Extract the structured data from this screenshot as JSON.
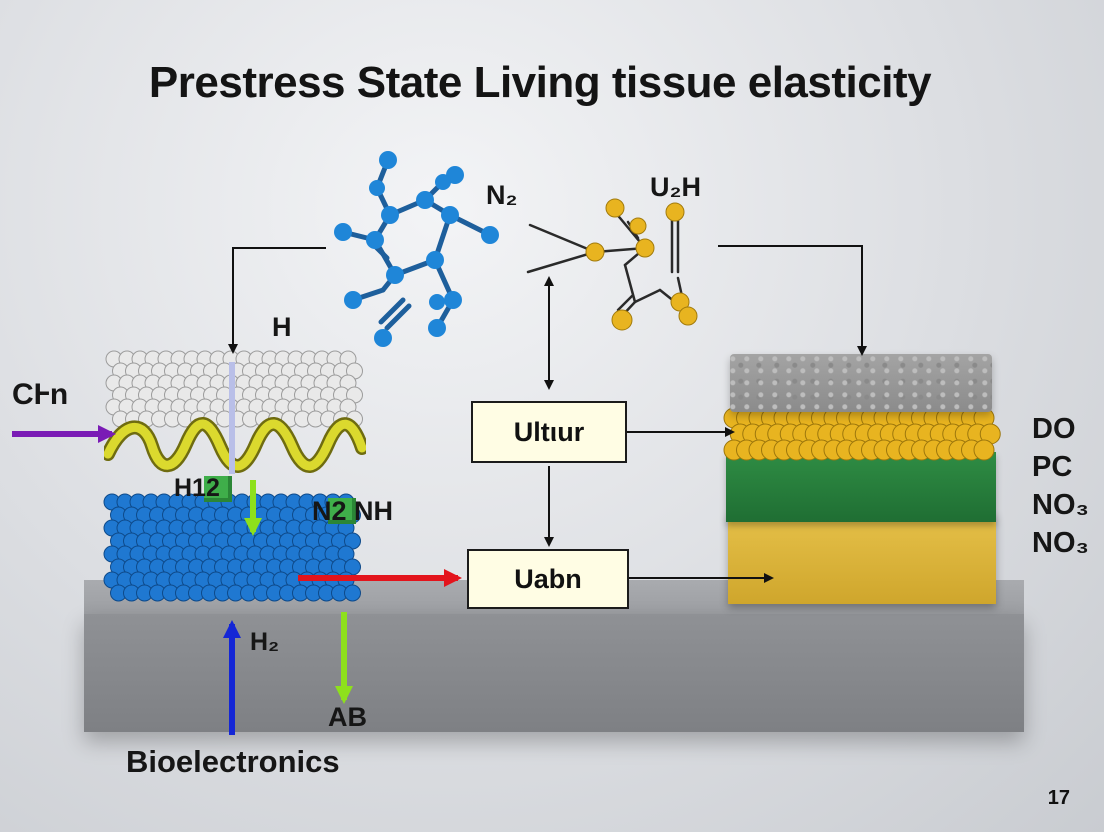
{
  "title": "Prestress State  Living tissue elasticity",
  "labels": {
    "cun": "CⱵn",
    "h_top": "H",
    "h12": "H12",
    "n2_nh": "N2  NH",
    "h2": "H₂",
    "ab": "AB",
    "bioelectronics": "Bioelectronics",
    "n2_top": "N₂",
    "u2h": "U₂H",
    "right_1": "DO",
    "right_2": "PC",
    "right_3": "NO₃",
    "right_4": "NO₃"
  },
  "boxes": {
    "top": "Ultιur",
    "bottom": "Uabn"
  },
  "page_number": "17",
  "colors": {
    "purple_arrow": "#7a1bb5",
    "red_arrow": "#e3141c",
    "blue_arrow": "#1426d6",
    "green_arrow": "#8ee01c",
    "blue_sphere": "#1f78d1",
    "gold_sphere": "#e8b420",
    "helix": "#d7d62a"
  },
  "icons": [
    "molecule-blue-icon",
    "molecule-gold-icon",
    "white-sphere-layer-icon",
    "helix-icon",
    "blue-sphere-layer-icon",
    "gold-sphere-layer-icon",
    "green-cube-icon"
  ]
}
